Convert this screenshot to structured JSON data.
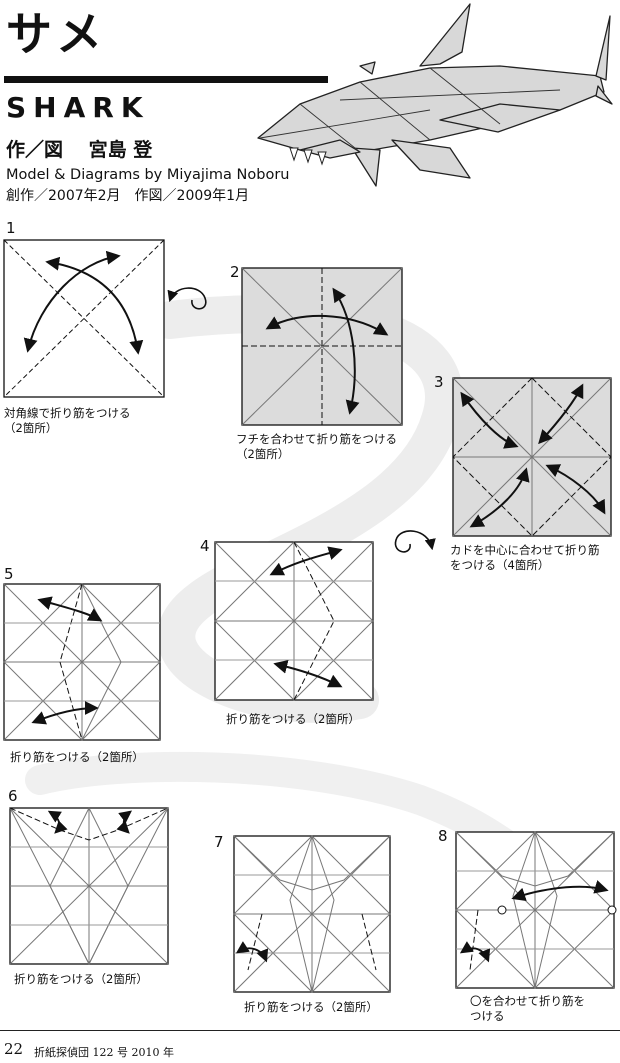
{
  "header": {
    "title_jp": "サメ",
    "title_en": "SHARK",
    "credit_jp": "作／図　 宮島 登",
    "credit_en": "Model & Diagrams by Miyajima Noboru",
    "dates": "創作／2007年2月　作図／2009年1月"
  },
  "steps": [
    {
      "number": "1",
      "caption": "対角線で折り筋をつける\n（2箇所）"
    },
    {
      "number": "2",
      "caption": "フチを合わせて折り筋をつける\n（2箇所）"
    },
    {
      "number": "3",
      "caption": "カドを中心に合わせて折り筋\nをつける（4箇所）"
    },
    {
      "number": "4",
      "caption": "折り筋をつける（2箇所）"
    },
    {
      "number": "5",
      "caption": "折り筋をつける（2箇所）"
    },
    {
      "number": "6",
      "caption": "折り筋をつける（2箇所）"
    },
    {
      "number": "7",
      "caption": "折り筋をつける（2箇所）"
    },
    {
      "number": "8",
      "caption": "〇を合わせて折り筋を\nつける"
    }
  ],
  "footer": {
    "page_number": "22",
    "publication": "折紙探偵団 122 号 2010 年"
  },
  "colors": {
    "ink": "#111111",
    "tint": "#dcdcdc",
    "band": "#ececec",
    "shark": "#d8d8d8"
  }
}
